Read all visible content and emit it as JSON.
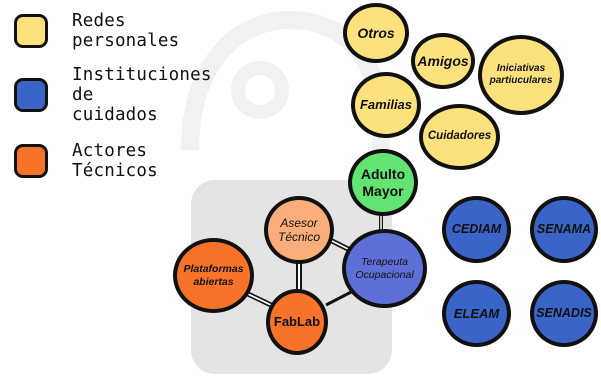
{
  "legend": [
    {
      "label": "Redes personales",
      "color": "#fde17c"
    },
    {
      "label": "Instituciones de\ncuidados",
      "color": "#3a64c8"
    },
    {
      "label": "Actores Técnicos",
      "color": "#f7732a"
    }
  ],
  "nodes": {
    "otros": {
      "label": "Otros",
      "group": "Redes personales"
    },
    "amigos": {
      "label": "Amigos",
      "group": "Redes personales"
    },
    "iniciativas": {
      "label": "Iniciativas\npartiuculares",
      "group": "Redes personales"
    },
    "familias": {
      "label": "Familias",
      "group": "Redes personales"
    },
    "cuidadores": {
      "label": "Cuidadores",
      "group": "Redes personales"
    },
    "adulto_mayor": {
      "label": "Adulto\nMayor",
      "color": "#62e372"
    },
    "asesor": {
      "label": "Asesor\nTécnico",
      "group": "Actores Técnicos"
    },
    "plataformas": {
      "label": "Plataformas\nabiertas",
      "group": "Actores Técnicos"
    },
    "fablab": {
      "label": "FabLab",
      "group": "Actores Técnicos"
    },
    "terapeuta": {
      "label": "Terapeuta\nOcupacional",
      "color": "#5f6fd8"
    },
    "cediam": {
      "label": "CEDIAM",
      "group": "Instituciones de cuidados"
    },
    "senama": {
      "label": "SENAMA",
      "group": "Instituciones de cuidados"
    },
    "eleam": {
      "label": "ELEAM",
      "group": "Instituciones de cuidados"
    },
    "senadis": {
      "label": "SENADIS",
      "group": "Instituciones de cuidados"
    }
  },
  "links": [
    {
      "from": "Adulto Mayor",
      "to": "Terapeuta Ocupacional",
      "style": "double"
    },
    {
      "from": "Asesor Técnico",
      "to": "Terapeuta Ocupacional",
      "style": "double"
    },
    {
      "from": "Asesor Técnico",
      "to": "FabLab",
      "style": "double"
    },
    {
      "from": "Plataformas abiertas",
      "to": "FabLab",
      "style": "double"
    },
    {
      "from": "FabLab",
      "to": "Terapeuta Ocupacional",
      "style": "single"
    }
  ]
}
